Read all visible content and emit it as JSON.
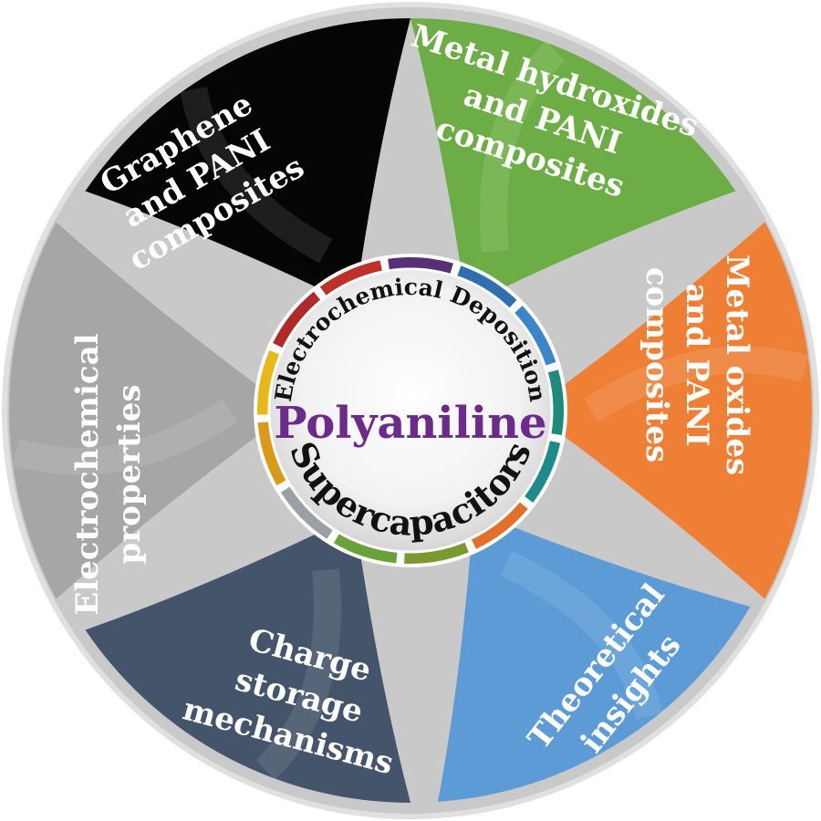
{
  "center": {
    "top_arc": "Electrochemical Deposition",
    "title": "Polyaniline",
    "bottom_arc": "Supercapacitors",
    "title_color": "#6b2a8c"
  },
  "ring": {
    "background_color": "#c9c9c9",
    "segment_colors": [
      "#5a2f7a",
      "#2f6fb0",
      "#3a86c8",
      "#1d8a7a",
      "#1f8a8a",
      "#e0702a",
      "#7a9a30",
      "#6aa23a",
      "#9aa0a6",
      "#d99a1a",
      "#e8b81a",
      "#b02a2a",
      "#c0302a"
    ]
  },
  "petals": [
    {
      "key": "graphene",
      "color": "#050505",
      "lines": [
        "Graphene",
        "and PANI",
        "composites"
      ]
    },
    {
      "key": "metal-hydroxides",
      "color": "#6cae45",
      "lines": [
        "Metal hydroxides",
        "and PANI",
        "composites"
      ]
    },
    {
      "key": "metal-oxides",
      "color": "#ee7f35",
      "lines": [
        "Metal oxides",
        "and PANI",
        "composites"
      ]
    },
    {
      "key": "theoretical",
      "color": "#5c9bd6",
      "lines": [
        "Theoretical",
        "insights"
      ]
    },
    {
      "key": "charge-storage",
      "color": "#44546a",
      "lines": [
        "Charge",
        "storage",
        "mechanisms"
      ]
    },
    {
      "key": "electrochemical-properties",
      "color": "#a6a6a6",
      "lines": [
        "Electrochemical",
        "properties"
      ]
    }
  ]
}
